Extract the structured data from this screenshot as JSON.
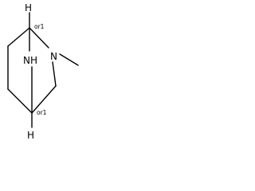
{
  "structure": {
    "atoms": {
      "h_top": "H",
      "n_methyl": "N",
      "nh_bridge": "NH",
      "h_bottom": "H"
    },
    "stereo_labels": {
      "top": "or1",
      "bottom": "or1"
    }
  }
}
